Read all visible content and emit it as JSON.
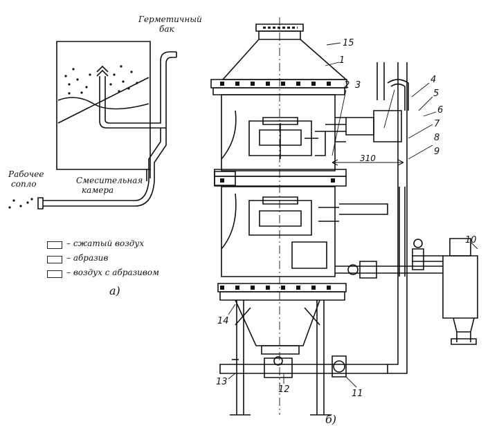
{
  "fig_a": {
    "tank_label_1": "Герметичный",
    "tank_label_2": "бак",
    "nozzle_label_1": "Рабочее",
    "nozzle_label_2": "сопло",
    "chamber_label_1": "Смесительная",
    "chamber_label_2": "камера",
    "caption": "а)"
  },
  "legend": [
    {
      "text": "– сжатый воздух"
    },
    {
      "text": "– абразив"
    },
    {
      "text": "– воздух с абразивом"
    }
  ],
  "fig_b": {
    "caption": "б)",
    "dimension": "310",
    "callouts": [
      "1",
      "2",
      "3",
      "4",
      "5",
      "6",
      "7",
      "8",
      "9",
      "10",
      "11",
      "12",
      "13",
      "14",
      "15"
    ]
  }
}
